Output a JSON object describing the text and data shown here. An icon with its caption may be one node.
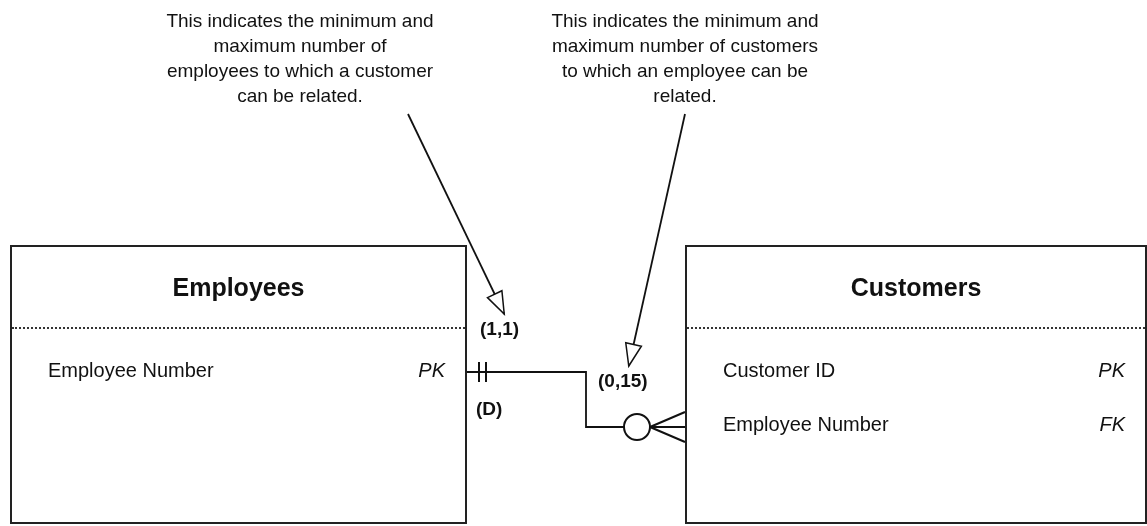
{
  "diagram": {
    "nodes": [
      {
        "text": [
          "This indicates the minimum and maximum number of employees to which a customer can be related."
        ]
      },
      {
        "text": [
          "This indicates the minimum and maximum number of customers to which an employee can be related."
        ]
      },
      {
        "text": [
          "Employees",
          "Employee Number",
          "PK"
        ]
      },
      {
        "text": [
          "Customers",
          "Customer ID",
          "PK",
          "Employee Number",
          "FK"
        ]
      },
      {
        "text": [
          "(1,1)"
        ]
      },
      {
        "text": [
          "(0,15)"
        ]
      }
    ],
    "edges": [
      {
        "from": 2,
        "to": 3,
        "arrow": "other"
      },
      {
        "from": 0,
        "to": 4,
        "arrow": "to"
      },
      {
        "from": 1,
        "to": 5,
        "arrow": "to"
      }
    ],
    "labels": [
      "(D)"
    ]
  }
}
